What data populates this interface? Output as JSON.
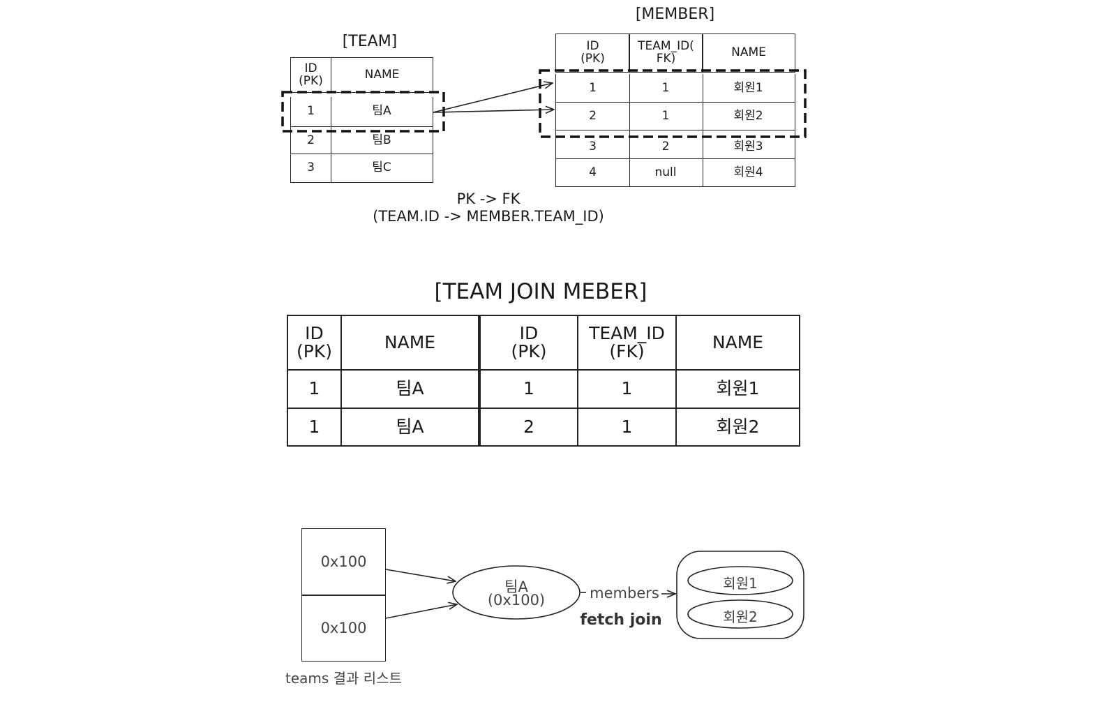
{
  "team_table": {
    "title": "[TEAM]",
    "headers": [
      "ID\n(PK)",
      "NAME"
    ],
    "rows": [
      [
        "1",
        "팀A"
      ],
      [
        "2",
        "팀B"
      ],
      [
        "3",
        "팀C"
      ]
    ]
  },
  "member_table": {
    "title": "[MEMBER]",
    "headers": [
      "ID\n(PK)",
      "TEAM_ID(\nFK)",
      "NAME"
    ],
    "rows": [
      [
        "1",
        "1",
        "회원1"
      ],
      [
        "2",
        "1",
        "회원2"
      ],
      [
        "3",
        "2",
        "회원3"
      ],
      [
        "4",
        "null",
        "회원4"
      ]
    ]
  },
  "relation_caption": {
    "line1": "PK -> FK",
    "line2": "(TEAM.ID -> MEMBER.TEAM_ID)"
  },
  "join_table": {
    "title": "[TEAM JOIN MEBER]",
    "headers": [
      "ID\n(PK)",
      "NAME",
      "ID\n(PK)",
      "TEAM_ID\n(FK)",
      "NAME"
    ],
    "rows": [
      [
        "1",
        "팀A",
        "1",
        "1",
        "회원1"
      ],
      [
        "1",
        "팀A",
        "2",
        "1",
        "회원2"
      ]
    ]
  },
  "memory_diagram": {
    "list_items": [
      "0x100",
      "0x100"
    ],
    "list_caption": "teams 결과 리스트",
    "entity_line1": "팀A",
    "entity_line2": "(0x100)",
    "edge_label": "members",
    "fetch_label": "fetch join",
    "members": [
      "회원1",
      "회원2"
    ]
  }
}
